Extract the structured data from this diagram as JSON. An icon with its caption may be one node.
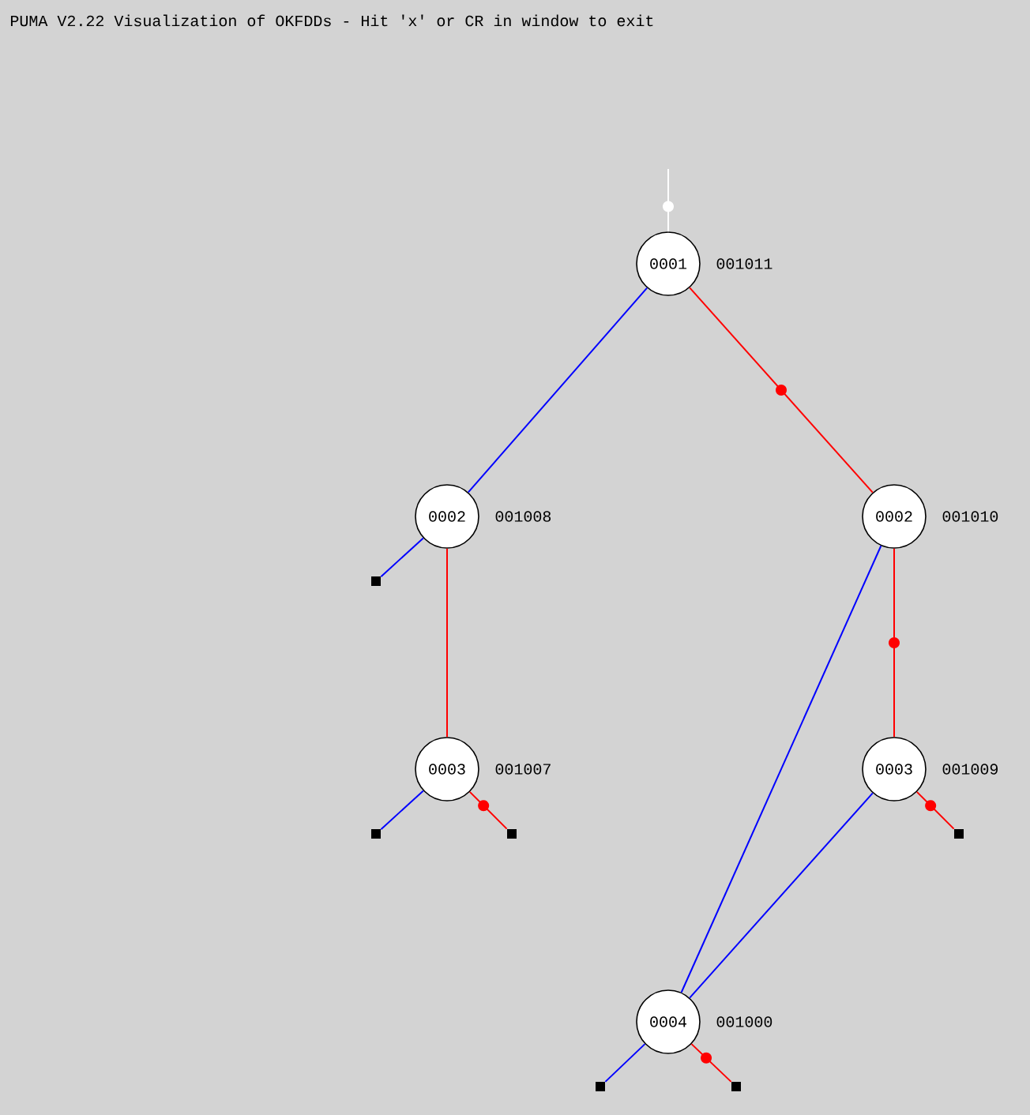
{
  "diagram": {
    "title": "PUMA V2.22 Visualization of OKFDDs - Hit 'x' or CR in window to exit",
    "nodes": [
      {
        "text": [
          "0001"
        ],
        "beside": [
          "001011"
        ]
      },
      {
        "text": [
          "0002"
        ],
        "beside": [
          "001008"
        ]
      },
      {
        "text": [
          "0002"
        ],
        "beside": [
          "001010"
        ]
      },
      {
        "text": [
          "0003"
        ],
        "beside": [
          "001007"
        ]
      },
      {
        "text": [
          "0003"
        ],
        "beside": [
          "001009"
        ]
      },
      {
        "text": [
          "0004"
        ],
        "beside": [
          "001000"
        ]
      },
      {
        "text": [],
        "shape": "box"
      },
      {
        "text": [],
        "shape": "box"
      },
      {
        "text": [],
        "shape": "box"
      },
      {
        "text": [],
        "shape": "box"
      },
      {
        "text": [],
        "shape": "box"
      },
      {
        "text": [],
        "shape": "box"
      }
    ],
    "edges": [
      {
        "from": null,
        "to": 0,
        "arrow": "none",
        "color": "#ffffff"
      },
      {
        "from": 0,
        "to": 1,
        "arrow": "none",
        "color": "#0000ff"
      },
      {
        "from": 0,
        "to": 2,
        "arrow": "none",
        "color": "#ff0000"
      },
      {
        "from": 1,
        "to": 6,
        "arrow": "none",
        "color": "#0000ff"
      },
      {
        "from": 1,
        "to": 3,
        "arrow": "none",
        "color": "#ff0000"
      },
      {
        "from": 2,
        "to": 5,
        "arrow": "none",
        "color": "#0000ff"
      },
      {
        "from": 2,
        "to": 4,
        "arrow": "none",
        "color": "#ff0000"
      },
      {
        "from": 3,
        "to": 7,
        "arrow": "none",
        "color": "#0000ff"
      },
      {
        "from": 3,
        "to": 8,
        "arrow": "none",
        "color": "#ff0000"
      },
      {
        "from": 4,
        "to": 5,
        "arrow": "none",
        "color": "#0000ff"
      },
      {
        "from": 4,
        "to": 9,
        "arrow": "none",
        "color": "#ff0000"
      },
      {
        "from": 5,
        "to": 10,
        "arrow": "none",
        "color": "#0000ff"
      },
      {
        "from": 5,
        "to": 11,
        "arrow": "none",
        "color": "#ff0000"
      }
    ]
  }
}
